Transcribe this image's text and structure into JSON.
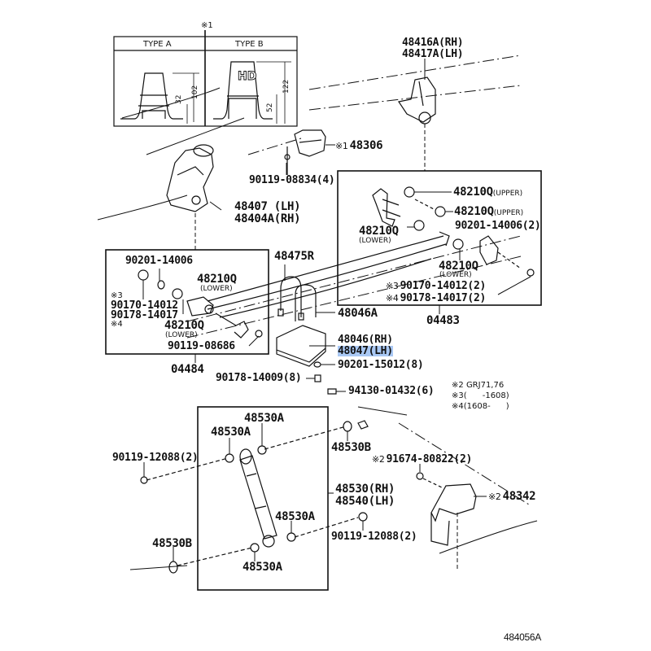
{
  "diagram": {
    "drawing_code": "484056A",
    "type_table": {
      "ref_mark": "※1",
      "type_a": {
        "label": "TYPE A",
        "dim_small": "32",
        "dim_large": "102"
      },
      "type_b": {
        "label": "TYPE B",
        "badge": "HD",
        "dim_small": "52",
        "dim_large": "122"
      }
    },
    "notes": [
      {
        "mark": "※2",
        "text": "GRJ71,76"
      },
      {
        "mark": "※3",
        "text": "(      -1608)"
      },
      {
        "mark": "※4",
        "text": "(1608-      )"
      }
    ],
    "groups": {
      "g04483": "04483",
      "g04484": "04484"
    },
    "parts": {
      "p48416A": "48416A(RH)",
      "p48417A": "48417A(LH)",
      "p48306_mark": "※1",
      "p48306": "48306",
      "p90119_08834": "90119-08834(4)",
      "p48407": "48407  (LH)",
      "p48404A": "48404A(RH)",
      "p48210Q_upper1": "48210Q",
      "p48210Q_upper1_sub": "(UPPER)",
      "p48210Q_upper2": "48210Q",
      "p48210Q_upper2_sub": "(UPPER)",
      "p48210Q_lower_r1": "48210Q",
      "p48210Q_lower_r1_sub": "(LOWER)",
      "p90201_14006_2": "90201-14006(2)",
      "p48210Q_lower_r2": "48210Q",
      "p48210Q_lower_r2_sub": "(LOWER)",
      "p90170_14012_2_mark": "※3",
      "p90170_14012_2": "90170-14012(2)",
      "p90178_14017_2_mark": "※4",
      "p90178_14017_2": "90178-14017(2)",
      "p90201_14006": "90201-14006",
      "p48210Q_lower_l1": "48210Q",
      "p48210Q_lower_l1_sub": "(LOWER)",
      "p90170_14012_mark": "※3",
      "p90170_14012": "90170-14012",
      "p90178_14017": "90178-14017",
      "p90178_14017_mark": "※4",
      "p48210Q_lower_l2": "48210Q",
      "p48210Q_lower_l2_sub": "(LOWER)",
      "p90119_08686": "90119-08686",
      "p48475R": "48475R",
      "p48046A": "48046A",
      "p48046": "48046(RH)",
      "p48047": "48047(LH)",
      "p90201_15012": "90201-15012(8)",
      "p90178_14009": "90178-14009(8)",
      "p94130_01432": "94130-01432(6)",
      "p48530A_top": "48530A",
      "p48530A_left": "48530A",
      "p48530B_right": "48530B",
      "p90119_12088_left": "90119-12088(2)",
      "p91674_80822_mark": "※2",
      "p91674_80822": "91674-80822(2)",
      "p48530": "48530(RH)",
      "p48540": "48540(LH)",
      "p48342_mark": "※2",
      "p48342": "48342",
      "p48530A_mid": "48530A",
      "p90119_12088_right": "90119-12088(2)",
      "p48530B_left": "48530B",
      "p48530A_bottom": "48530A"
    },
    "highlighted_part": "48047(LH)",
    "highlight_color": "#a9c8f4"
  }
}
